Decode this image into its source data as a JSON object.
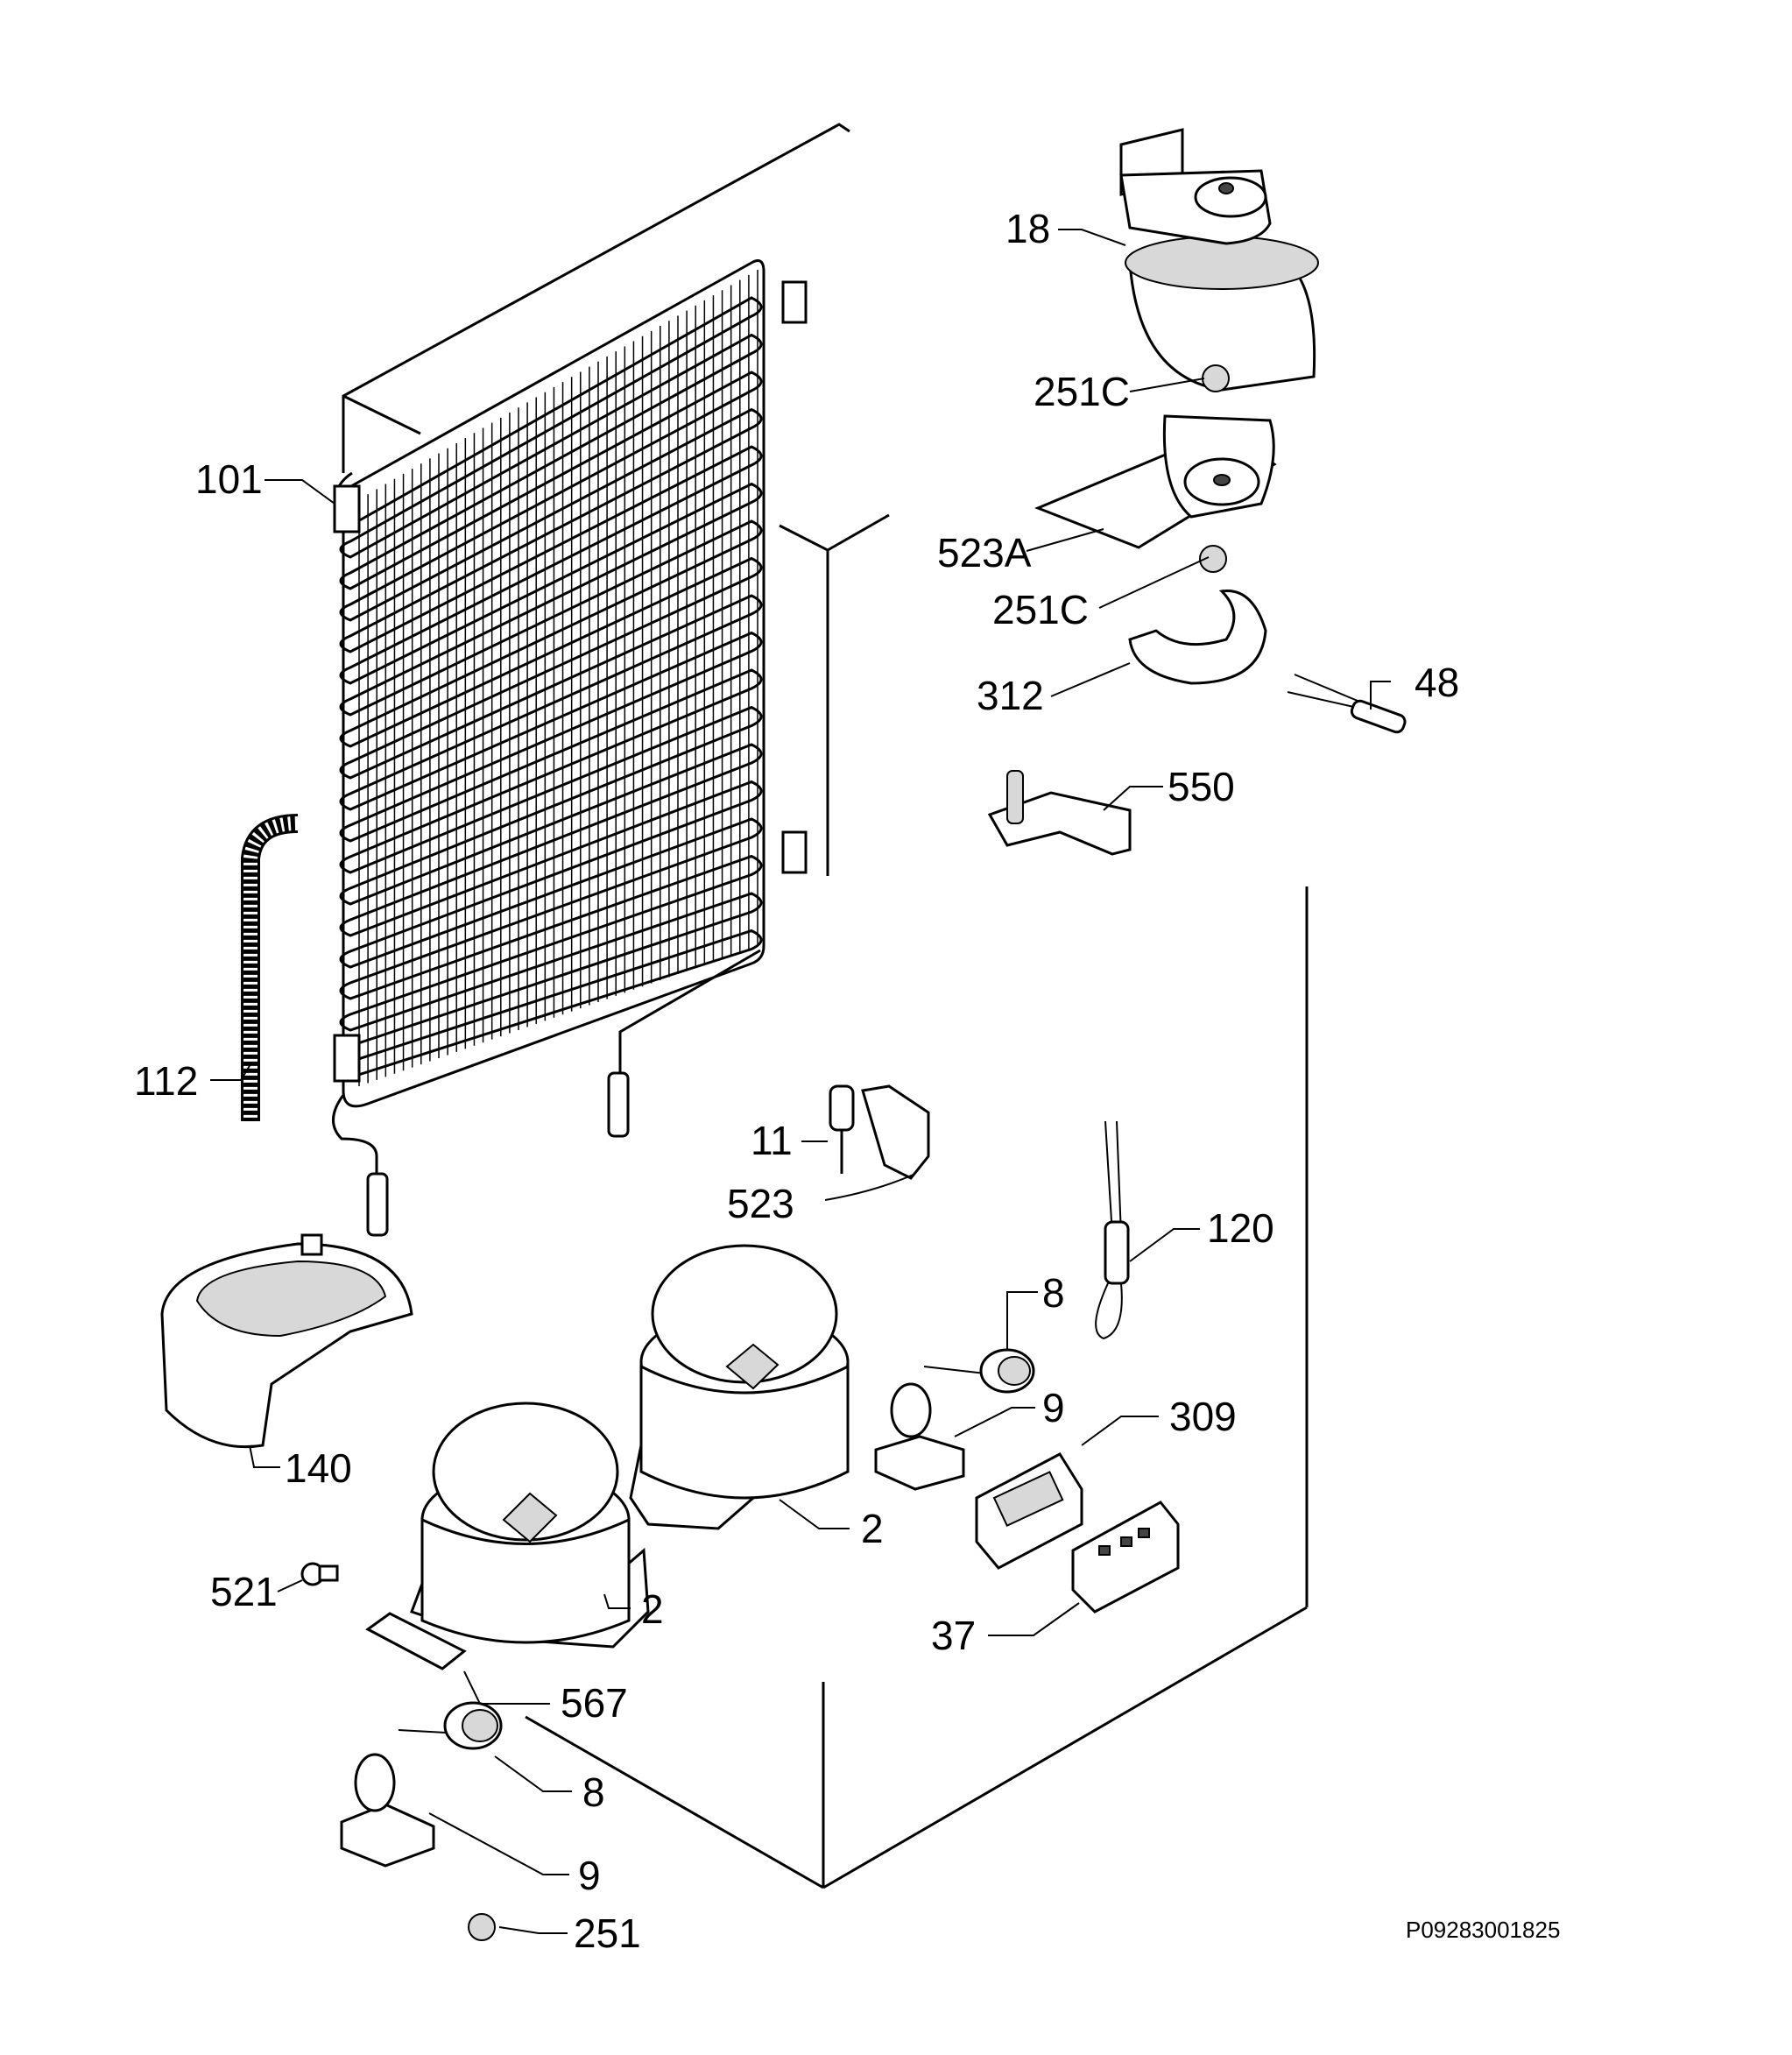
{
  "labels": {
    "p18": "18",
    "p251c_a": "251C",
    "p523a": "523A",
    "p251c_b": "251C",
    "p312": "312",
    "p48": "48",
    "p550": "550",
    "p101": "101",
    "p112": "112",
    "p11": "11",
    "p523": "523",
    "p120": "120",
    "p8_a": "8",
    "p9_a": "9",
    "p309": "309",
    "p140": "140",
    "p2_a": "2",
    "p2_b": "2",
    "p521": "521",
    "p37": "37",
    "p567": "567",
    "p8_b": "8",
    "p9_b": "9",
    "p251": "251"
  },
  "drawing_ref": "P09283001825"
}
